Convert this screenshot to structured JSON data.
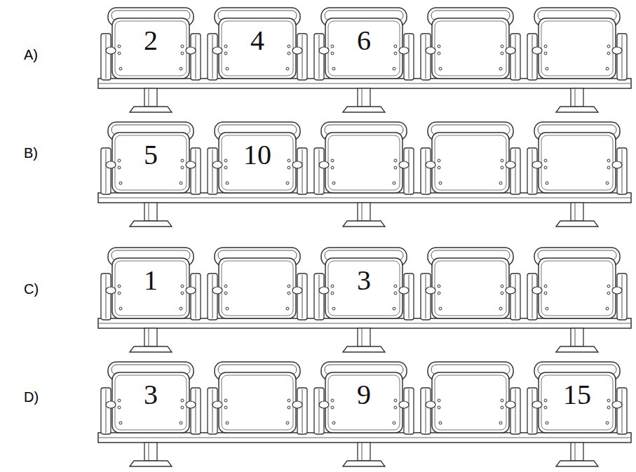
{
  "diagram": {
    "nodes": [
      {
        "text": [
          "2"
        ]
      },
      {
        "text": [
          "4"
        ]
      },
      {
        "text": [
          "6"
        ]
      },
      {
        "text": [
          "5"
        ]
      },
      {
        "text": [
          "10"
        ]
      },
      {
        "text": [
          "1"
        ]
      },
      {
        "text": [
          "3"
        ]
      },
      {
        "text": [
          "3"
        ]
      },
      {
        "text": [
          "9"
        ]
      },
      {
        "text": [
          "15"
        ]
      }
    ],
    "labels": [
      "A)",
      "B)",
      "C)",
      "D)"
    ]
  }
}
